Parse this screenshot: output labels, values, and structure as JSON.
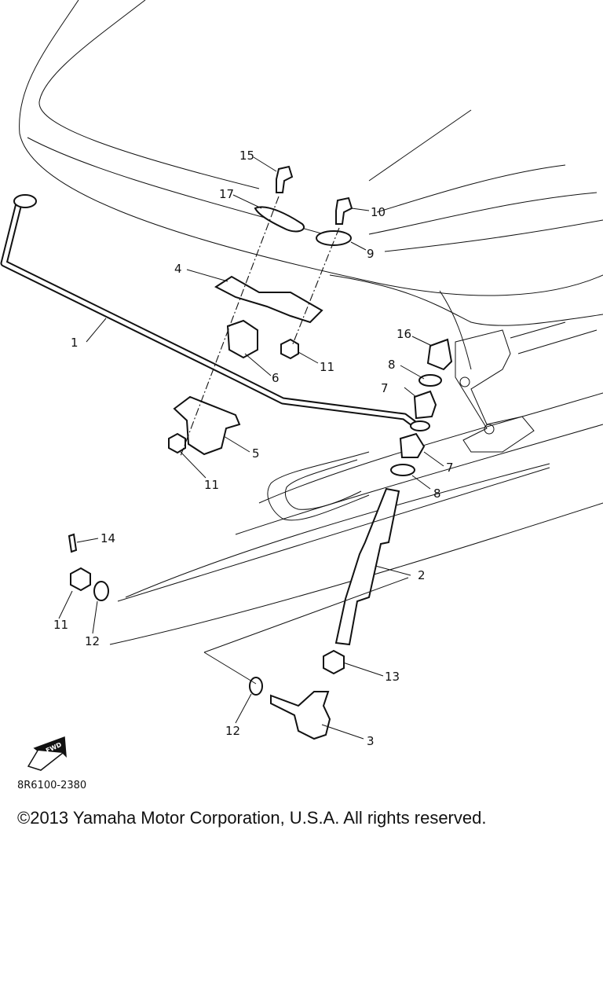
{
  "diagram": {
    "drawing_code": "8R6100-2380",
    "fwd_label": "FWD",
    "callouts": [
      {
        "id": "c1",
        "label": "1"
      },
      {
        "id": "c2",
        "label": "2"
      },
      {
        "id": "c3",
        "label": "3"
      },
      {
        "id": "c4",
        "label": "4"
      },
      {
        "id": "c5",
        "label": "5"
      },
      {
        "id": "c6",
        "label": "6"
      },
      {
        "id": "c7a",
        "label": "7"
      },
      {
        "id": "c7b",
        "label": "7"
      },
      {
        "id": "c8a",
        "label": "8"
      },
      {
        "id": "c8b",
        "label": "8"
      },
      {
        "id": "c9",
        "label": "9"
      },
      {
        "id": "c10",
        "label": "10"
      },
      {
        "id": "c11a",
        "label": "11"
      },
      {
        "id": "c11b",
        "label": "11"
      },
      {
        "id": "c11c",
        "label": "11"
      },
      {
        "id": "c12a",
        "label": "12"
      },
      {
        "id": "c12b",
        "label": "12"
      },
      {
        "id": "c13",
        "label": "13"
      },
      {
        "id": "c14",
        "label": "14"
      },
      {
        "id": "c15",
        "label": "15"
      },
      {
        "id": "c16",
        "label": "16"
      },
      {
        "id": "c17",
        "label": "17"
      }
    ]
  },
  "footer": {
    "copyright": "©2013 Yamaha Motor Corporation, U.S.A. All rights reserved."
  }
}
